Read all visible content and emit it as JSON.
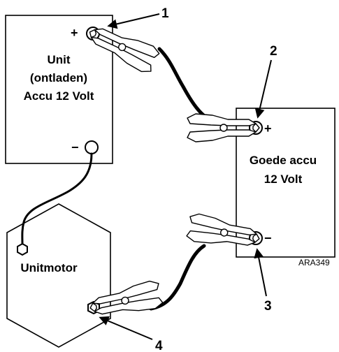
{
  "unit_battery": {
    "line1": "Unit",
    "line2": "(ontladen)",
    "line3": "Accu 12 Volt",
    "plus": "+",
    "minus": "−"
  },
  "good_battery": {
    "line1": "Goede accu",
    "line2": "12 Volt",
    "plus": "+",
    "minus": "−"
  },
  "unit_motor": {
    "label": "Unitmotor"
  },
  "callouts": [
    "1",
    "2",
    "3",
    "4"
  ],
  "figure_code": "ARA349",
  "cable_color": "#000000",
  "line_color": "#000000",
  "background": "#ffffff"
}
